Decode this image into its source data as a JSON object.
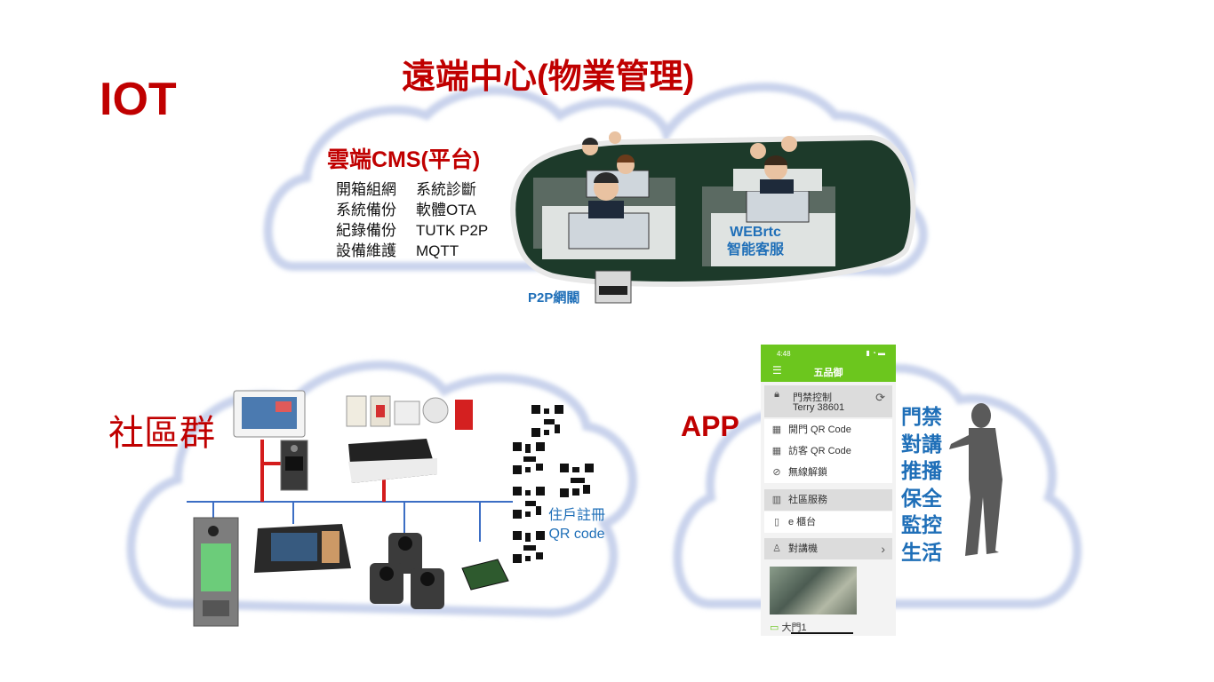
{
  "titles": {
    "iot": "IOT",
    "remote_center": "遠端中心(物業管理)",
    "cms": "雲端CMS(平台)",
    "community": "社區群",
    "app": "APP"
  },
  "cms_features": [
    [
      "開箱組網",
      "系統診斷"
    ],
    [
      "系統備份",
      "軟體OTA"
    ],
    [
      "紀錄備份",
      "TUTK P2P"
    ],
    [
      "設備維護",
      "MQTT"
    ]
  ],
  "webrtc": {
    "line1": "WEBrtc",
    "line2": "智能客服"
  },
  "p2p_gateway": "P2P網關",
  "qr_register": {
    "line1": "住戶註冊",
    "line2": "QR code"
  },
  "app_features": [
    "門禁",
    "對講",
    "推播",
    "保全",
    "監控",
    "生活"
  ],
  "phone": {
    "time": "4:48",
    "status": "▮ ◔ ▬",
    "title": "五品御",
    "access_section": "門禁控制",
    "access_user": "Terry 38601",
    "rows": [
      "開門 QR Code",
      "訪客 QR Code",
      "無線解鎖"
    ],
    "service_section": "社區服務",
    "service_row": "e 櫃台",
    "intercom_section": "對講機",
    "camera_label": "大門1"
  },
  "colors": {
    "title_red": "#c00000",
    "accent_blue": "#1f6fb8",
    "app_green": "#6cc61e"
  }
}
